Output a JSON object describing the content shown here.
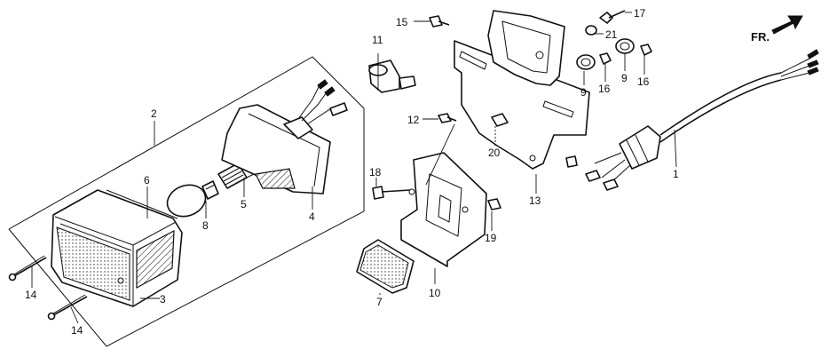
{
  "direction_label": "FR.",
  "callouts": {
    "p1": "1",
    "p2": "2",
    "p3": "3",
    "p4": "4",
    "p5": "5",
    "p6": "6",
    "p7": "7",
    "p8": "8",
    "p9a": "9",
    "p9b": "9",
    "p10": "10",
    "p11": "11",
    "p12": "12",
    "p13": "13",
    "p14a": "14",
    "p14b": "14",
    "p15": "15",
    "p16a": "16",
    "p16b": "16",
    "p17": "17",
    "p18": "18",
    "p19": "19",
    "p20": "20",
    "p21": "21"
  }
}
